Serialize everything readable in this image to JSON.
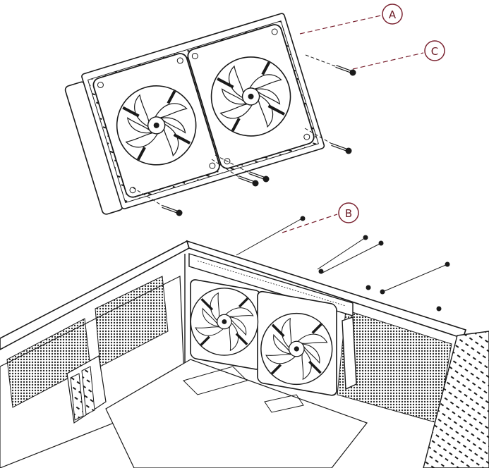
{
  "callouts": {
    "a": {
      "label": "A"
    },
    "b": {
      "label": "B"
    },
    "c": {
      "label": "C"
    }
  },
  "colors": {
    "line": "#1a1a1a",
    "callout": "#7a2230",
    "mesh": "#3a3a3a"
  }
}
